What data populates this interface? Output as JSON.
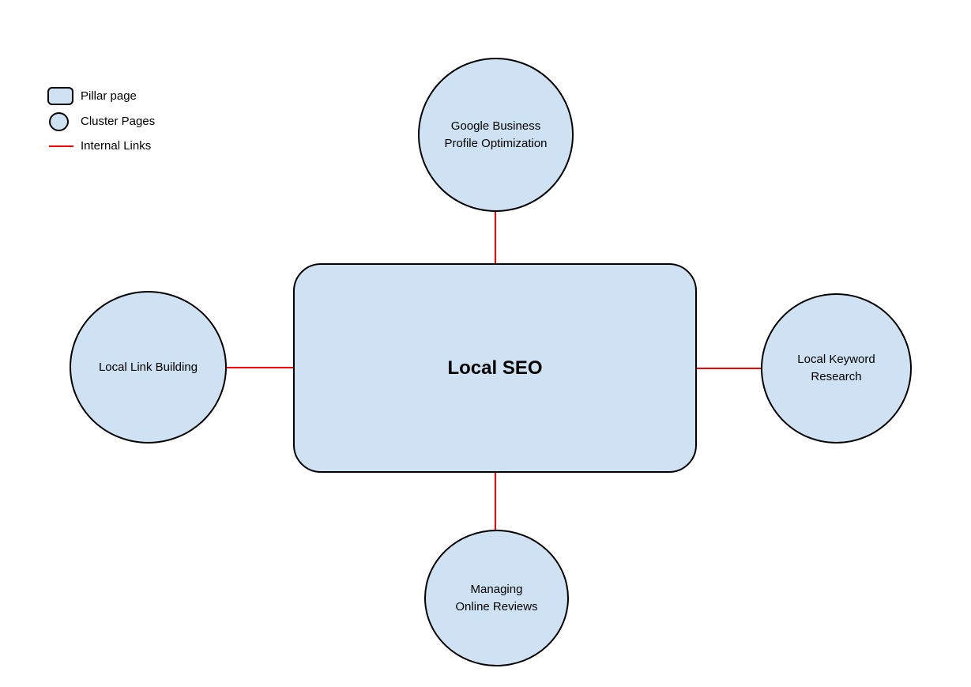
{
  "colors": {
    "background": "#ffffff",
    "node-fill": "#cfe2f3",
    "node-stroke": "#000000",
    "link-color": "#ff0000",
    "text-color": "#000000"
  },
  "legend": {
    "items": [
      {
        "swatch": "pillar-page-rect-swatch",
        "label": "Pillar page"
      },
      {
        "swatch": "cluster-page-circle-swatch",
        "label": "Cluster Pages"
      },
      {
        "swatch": "internal-link-line-swatch",
        "label": "Internal Links"
      }
    ]
  },
  "pillar": {
    "label": "Local SEO"
  },
  "clusters": {
    "top": {
      "label": "Google Business Profile Optimization",
      "label_lines": [
        "Google Business",
        "Profile Optimization"
      ]
    },
    "left": {
      "label": "Local Link Building",
      "label_lines": [
        "Local Link Building"
      ]
    },
    "right": {
      "label": "Local Keyword Research",
      "label_lines": [
        "Local Keyword",
        "Research"
      ]
    },
    "bottom": {
      "label": "Managing Online Reviews",
      "label_lines": [
        "Managing",
        "Online Reviews"
      ]
    }
  },
  "links": [
    {
      "from": "Local SEO",
      "to": "Google Business Profile Optimization"
    },
    {
      "from": "Local SEO",
      "to": "Local Link Building"
    },
    {
      "from": "Local SEO",
      "to": "Local Keyword Research"
    },
    {
      "from": "Local SEO",
      "to": "Managing Online Reviews"
    }
  ]
}
